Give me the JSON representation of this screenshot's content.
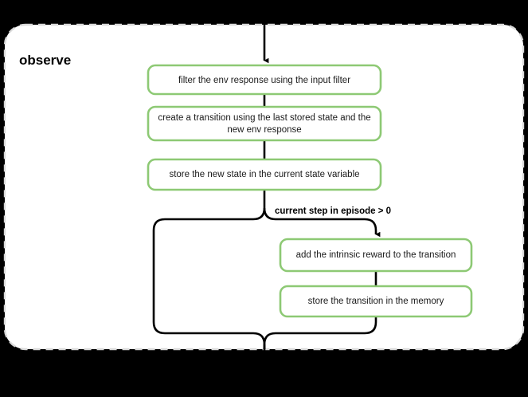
{
  "diagram": {
    "title": "observe",
    "colors": {
      "background": "#000000",
      "container_fill": "#ffffff",
      "container_border": "#d9d9d9",
      "node_border": "#8dc974",
      "node_fill": "#ffffff",
      "edge": "#000000",
      "text": "#1a1a1a"
    },
    "nodes": [
      {
        "id": "filter",
        "label": "filter the env response using the input filter"
      },
      {
        "id": "create",
        "label": "create a transition using the last stored state and the",
        "label2": "new env response"
      },
      {
        "id": "store_state",
        "label": "store the new state in the current state variable"
      },
      {
        "id": "intrinsic",
        "label": "add the intrinsic reward to the transition"
      },
      {
        "id": "store_memory",
        "label": "store the transition in the memory"
      }
    ],
    "edge_labels": [
      {
        "id": "condition",
        "label": "current step in episode > 0"
      }
    ]
  }
}
